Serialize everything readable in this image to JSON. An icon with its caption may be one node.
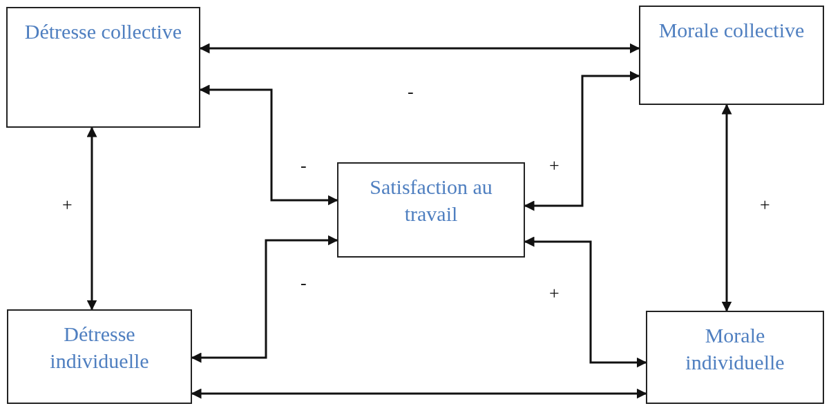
{
  "diagram": {
    "nodes": [
      {
        "text": [
          "Détresse collective"
        ]
      },
      {
        "text": [
          "Morale collective"
        ]
      },
      {
        "text": [
          "Satisfaction au travail"
        ]
      },
      {
        "text": [
          "Détresse individuelle"
        ]
      },
      {
        "text": [
          "Morale individuelle"
        ]
      }
    ],
    "edges": [
      {
        "from": 0,
        "to": 1,
        "arrow": "both",
        "label": "-"
      },
      {
        "from": 0,
        "to": 2,
        "arrow": "both",
        "label": "-"
      },
      {
        "from": 1,
        "to": 2,
        "arrow": "both",
        "label": "+"
      },
      {
        "from": 3,
        "to": 2,
        "arrow": "both",
        "label": "-"
      },
      {
        "from": 4,
        "to": 2,
        "arrow": "both",
        "label": "+"
      },
      {
        "from": 0,
        "to": 3,
        "arrow": "both",
        "label": "+"
      },
      {
        "from": 1,
        "to": 4,
        "arrow": "both",
        "label": "+"
      },
      {
        "from": 3,
        "to": 4,
        "arrow": "both"
      }
    ]
  }
}
